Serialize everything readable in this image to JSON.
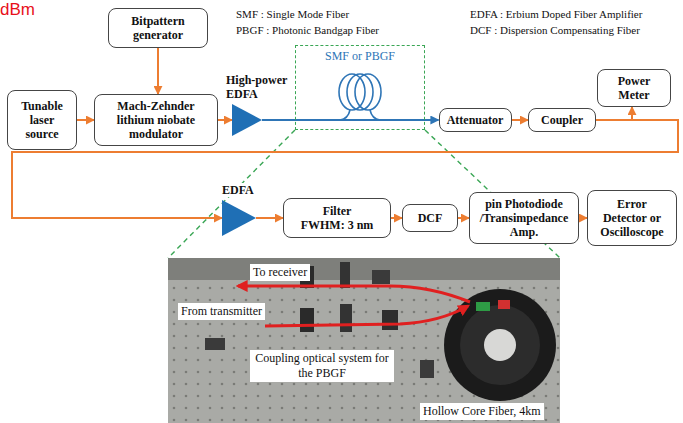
{
  "diagram": {
    "nodes": [
      {
        "text": [
          "Bitpattern generator"
        ]
      },
      {
        "text": [
          "Tunable laser source"
        ]
      },
      {
        "text": [
          "Mach-Zehnder lithium niobate modulator"
        ]
      },
      {
        "text": [
          "High-power EDFA"
        ]
      },
      {
        "text": [
          "SMF or PBGF"
        ]
      },
      {
        "text": [
          "Attenuator"
        ]
      },
      {
        "text": [
          "Coupler"
        ]
      },
      {
        "text": [
          "Power Meter"
        ]
      },
      {
        "text": [
          "EDFA"
        ]
      },
      {
        "text": [
          "Filter FWHM: 3 nm"
        ]
      },
      {
        "text": [
          "DCF"
        ]
      },
      {
        "text": [
          "pin Photodiode /Transimpedance Amp."
        ]
      },
      {
        "text": [
          "Error Detector or Oscilloscope"
        ]
      }
    ],
    "edges": [
      {
        "from": 0,
        "to": 2,
        "arrow": "to"
      },
      {
        "from": 1,
        "to": 2,
        "arrow": "to"
      },
      {
        "from": 2,
        "to": 3,
        "arrow": "to"
      },
      {
        "from": 3,
        "to": 4,
        "arrow": "none"
      },
      {
        "from": 4,
        "to": 5,
        "arrow": "to"
      },
      {
        "from": 5,
        "to": 6,
        "arrow": "to"
      },
      {
        "from": 6,
        "to": 7,
        "arrow": "to"
      },
      {
        "from": 6,
        "to": 8,
        "arrow": "to"
      },
      {
        "from": 8,
        "to": 9,
        "arrow": "to"
      },
      {
        "from": 9,
        "to": 10,
        "arrow": "to"
      },
      {
        "from": 10,
        "to": 11,
        "arrow": "to"
      },
      {
        "from": 11,
        "to": 12,
        "arrow": "to"
      }
    ],
    "labels": [
      "dBm",
      "SMF : Single Mode Fiber",
      "PBGF : Photonic Bandgap Fiber",
      "EDFA : Erbium Doped Fiber Amplifier",
      "DCF : Dispersion Compensating Fiber",
      "To receiver",
      "From transmitter",
      "Coupling optical system for the PBGF",
      "Hollow Core Fiber, 4km"
    ]
  }
}
